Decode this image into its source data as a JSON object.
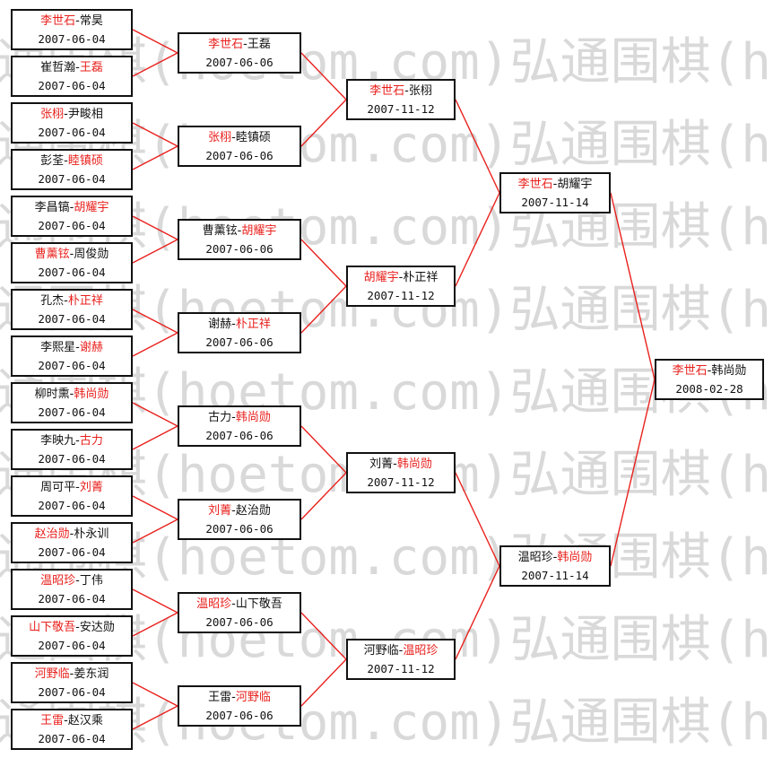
{
  "watermark": "弘通围棋(hoetom.com)",
  "colors": {
    "winner": "#e8211d",
    "line": "#e8211d",
    "border": "#111111",
    "watermark": "#d9d9d9"
  },
  "rounds": [
    [
      {
        "p1": "李世石",
        "p2": "常昊",
        "winner": 1,
        "date": "2007-06-04"
      },
      {
        "p1": "崔哲瀚",
        "p2": "王磊",
        "winner": 2,
        "date": "2007-06-04"
      },
      {
        "p1": "张栩",
        "p2": "尹畯相",
        "winner": 1,
        "date": "2007-06-04"
      },
      {
        "p1": "彭荃",
        "p2": "睦镇硕",
        "winner": 2,
        "date": "2007-06-04"
      },
      {
        "p1": "李昌镐",
        "p2": "胡耀宇",
        "winner": 2,
        "date": "2007-06-04"
      },
      {
        "p1": "曹薰铉",
        "p2": "周俊勋",
        "winner": 1,
        "date": "2007-06-04"
      },
      {
        "p1": "孔杰",
        "p2": "朴正祥",
        "winner": 2,
        "date": "2007-06-04"
      },
      {
        "p1": "李熙星",
        "p2": "谢赫",
        "winner": 2,
        "date": "2007-06-04"
      },
      {
        "p1": "柳时熏",
        "p2": "韩尚勋",
        "winner": 2,
        "date": "2007-06-04"
      },
      {
        "p1": "李映九",
        "p2": "古力",
        "winner": 2,
        "date": "2007-06-04"
      },
      {
        "p1": "周可平",
        "p2": "刘菁",
        "winner": 2,
        "date": "2007-06-04"
      },
      {
        "p1": "赵治勋",
        "p2": "朴永训",
        "winner": 1,
        "date": "2007-06-04"
      },
      {
        "p1": "温昭珍",
        "p2": "丁伟",
        "winner": 1,
        "date": "2007-06-04"
      },
      {
        "p1": "山下敬吾",
        "p2": "安达勋",
        "winner": 1,
        "date": "2007-06-04"
      },
      {
        "p1": "河野临",
        "p2": "姜东润",
        "winner": 1,
        "date": "2007-06-04"
      },
      {
        "p1": "王雷",
        "p2": "赵汉乘",
        "winner": 1,
        "date": "2007-06-04"
      }
    ],
    [
      {
        "p1": "李世石",
        "p2": "王磊",
        "winner": 1,
        "date": "2007-06-06"
      },
      {
        "p1": "张栩",
        "p2": "睦镇硕",
        "winner": 1,
        "date": "2007-06-06"
      },
      {
        "p1": "曹薰铉",
        "p2": "胡耀宇",
        "winner": 2,
        "date": "2007-06-06"
      },
      {
        "p1": "谢赫",
        "p2": "朴正祥",
        "winner": 2,
        "date": "2007-06-06"
      },
      {
        "p1": "古力",
        "p2": "韩尚勋",
        "winner": 2,
        "date": "2007-06-06"
      },
      {
        "p1": "刘菁",
        "p2": "赵治勋",
        "winner": 1,
        "date": "2007-06-06"
      },
      {
        "p1": "温昭珍",
        "p2": "山下敬吾",
        "winner": 1,
        "date": "2007-06-06"
      },
      {
        "p1": "王雷",
        "p2": "河野临",
        "winner": 2,
        "date": "2007-06-06"
      }
    ],
    [
      {
        "p1": "李世石",
        "p2": "张栩",
        "winner": 1,
        "date": "2007-11-12"
      },
      {
        "p1": "胡耀宇",
        "p2": "朴正祥",
        "winner": 1,
        "date": "2007-11-12"
      },
      {
        "p1": "刘菁",
        "p2": "韩尚勋",
        "winner": 2,
        "date": "2007-11-12"
      },
      {
        "p1": "河野临",
        "p2": "温昭珍",
        "winner": 2,
        "date": "2007-11-12"
      }
    ],
    [
      {
        "p1": "李世石",
        "p2": "胡耀宇",
        "winner": 1,
        "date": "2007-11-14"
      },
      {
        "p1": "温昭珍",
        "p2": "韩尚勋",
        "winner": 2,
        "date": "2007-11-14"
      }
    ],
    [
      {
        "p1": "李世石",
        "p2": "韩尚勋",
        "winner": 1,
        "date": "2008-02-28"
      }
    ]
  ]
}
